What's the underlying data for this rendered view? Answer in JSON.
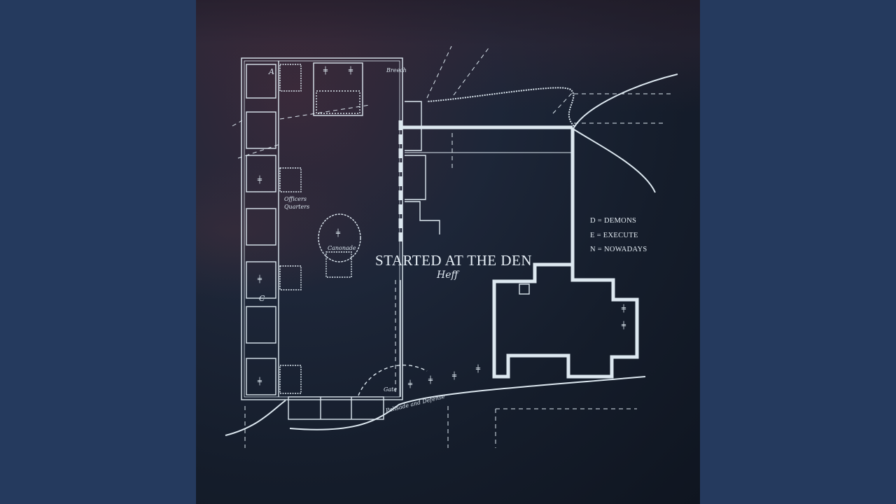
{
  "album": {
    "title": "STARTED AT THE DEN",
    "artist": "Heff"
  },
  "legend": [
    "D = DEMONS",
    "E = EXECUTE",
    "N = NOWADAYS"
  ],
  "map_labels": {
    "breech": "Breech",
    "officers_quarters_1": "Officers",
    "officers_quarters_2": "Quarters",
    "canonade": "Canonade",
    "gate": "Gate",
    "palisade": "Palisade and Defense",
    "letter_a": "A",
    "letter_c": "C"
  },
  "colors": {
    "background": "#253a5e",
    "line": "#dde8f0"
  }
}
